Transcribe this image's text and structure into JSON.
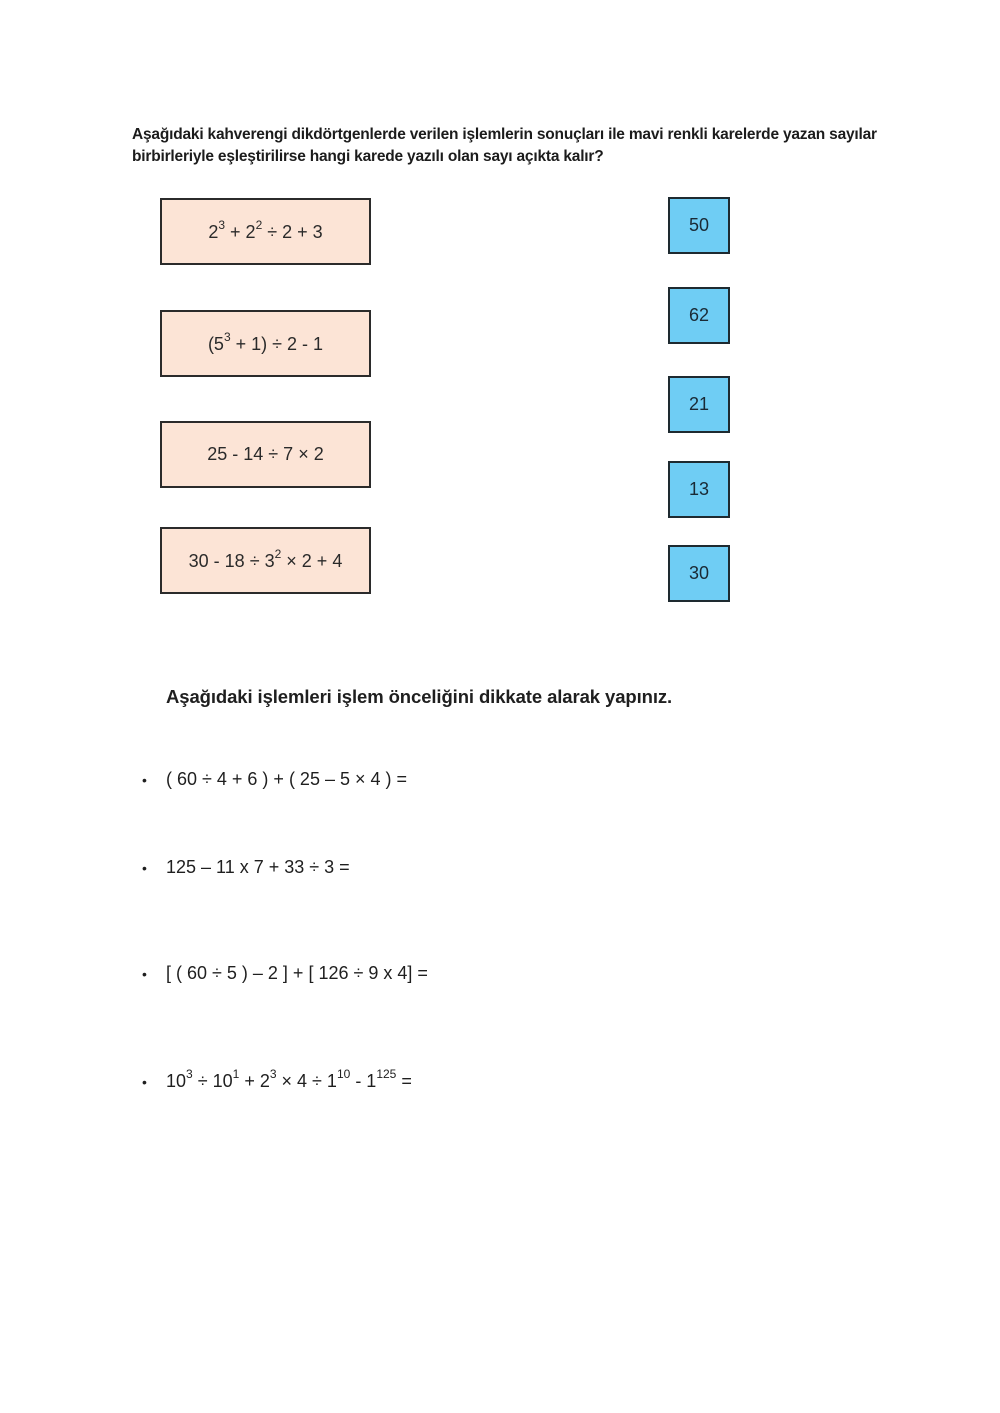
{
  "question": {
    "text": "Aşağıdaki kahverengi dikdörtgenlerde verilen işlemlerin sonuçları ile mavi renkli karelerde yazan sayılar birbirleriyle eşleştirilirse hangi karede yazılı olan sayı açıkta kalır?"
  },
  "expression_boxes": [
    {
      "parts": [
        "2",
        "3",
        " + 2",
        "2",
        " ÷ 2 + 3"
      ]
    },
    {
      "parts": [
        "(5",
        "3",
        " + 1) ÷ 2 - 1"
      ]
    },
    {
      "parts": [
        "25 - 14 ÷ 7 × 2"
      ]
    },
    {
      "parts": [
        "30 - 18 ÷ 3",
        "2",
        " × 2 + 4"
      ]
    }
  ],
  "number_boxes": [
    "50",
    "62",
    "21",
    "13",
    "30"
  ],
  "colors": {
    "expression_box_fill": "#fce4d6",
    "number_box_fill": "#6fcdf4"
  },
  "section2": {
    "title": "Aşağıdaki işlemleri işlem önceliğini dikkate alarak yapınız.",
    "bullet": "•",
    "tasks": [
      {
        "parts": [
          "( 60 ÷ 4 + 6 ) + ( 25 – 5 × 4 ) ="
        ]
      },
      {
        "parts": [
          "125 – 11 x 7 + 33 ÷ 3 ="
        ]
      },
      {
        "parts": [
          "[ ( 60 ÷ 5 ) – 2 ] + [ 126 ÷ 9 x 4] ="
        ]
      },
      {
        "parts": [
          "10",
          "3",
          " ÷ 10",
          "1",
          " + 2",
          "3",
          " × 4 ÷ 1",
          "10",
          " - 1",
          "125",
          " ="
        ]
      }
    ]
  }
}
